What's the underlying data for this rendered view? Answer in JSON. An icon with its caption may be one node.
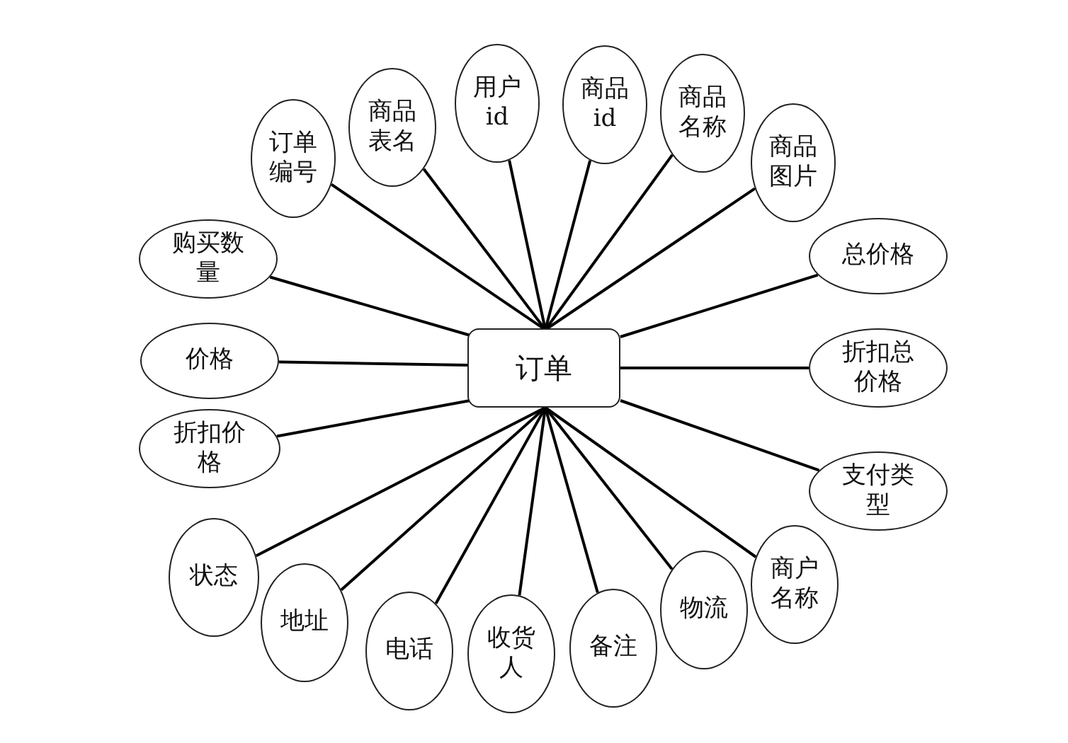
{
  "diagram": {
    "nodes": [
      {
        "text": [
          "订单"
        ]
      },
      {
        "text": [
          "订单编号"
        ]
      },
      {
        "text": [
          "商品表名"
        ]
      },
      {
        "text": [
          "用户id"
        ]
      },
      {
        "text": [
          "商品id"
        ]
      },
      {
        "text": [
          "商品名称"
        ]
      },
      {
        "text": [
          "商品图片"
        ]
      },
      {
        "text": [
          "购买数量"
        ]
      },
      {
        "text": [
          "价格"
        ]
      },
      {
        "text": [
          "折扣价格"
        ]
      },
      {
        "text": [
          "总价格"
        ]
      },
      {
        "text": [
          "折扣总价格"
        ]
      },
      {
        "text": [
          "支付类型"
        ]
      },
      {
        "text": [
          "状态"
        ]
      },
      {
        "text": [
          "地址"
        ]
      },
      {
        "text": [
          "电话"
        ]
      },
      {
        "text": [
          "收货人"
        ]
      },
      {
        "text": [
          "备注"
        ]
      },
      {
        "text": [
          "物流"
        ]
      },
      {
        "text": [
          "商户名称"
        ]
      }
    ],
    "edges": [
      {
        "from": 0,
        "to": 1,
        "arrow": "none"
      },
      {
        "from": 0,
        "to": 2,
        "arrow": "none"
      },
      {
        "from": 0,
        "to": 3,
        "arrow": "none"
      },
      {
        "from": 0,
        "to": 4,
        "arrow": "none"
      },
      {
        "from": 0,
        "to": 5,
        "arrow": "none"
      },
      {
        "from": 0,
        "to": 6,
        "arrow": "none"
      },
      {
        "from": 0,
        "to": 7,
        "arrow": "none"
      },
      {
        "from": 0,
        "to": 8,
        "arrow": "none"
      },
      {
        "from": 0,
        "to": 9,
        "arrow": "none"
      },
      {
        "from": 0,
        "to": 10,
        "arrow": "none"
      },
      {
        "from": 0,
        "to": 11,
        "arrow": "none"
      },
      {
        "from": 0,
        "to": 12,
        "arrow": "none"
      },
      {
        "from": 0,
        "to": 13,
        "arrow": "none"
      },
      {
        "from": 0,
        "to": 14,
        "arrow": "none"
      },
      {
        "from": 0,
        "to": 15,
        "arrow": "none"
      },
      {
        "from": 0,
        "to": 16,
        "arrow": "none"
      },
      {
        "from": 0,
        "to": 17,
        "arrow": "none"
      },
      {
        "from": 0,
        "to": 18,
        "arrow": "none"
      },
      {
        "from": 0,
        "to": 19,
        "arrow": "none"
      }
    ]
  }
}
